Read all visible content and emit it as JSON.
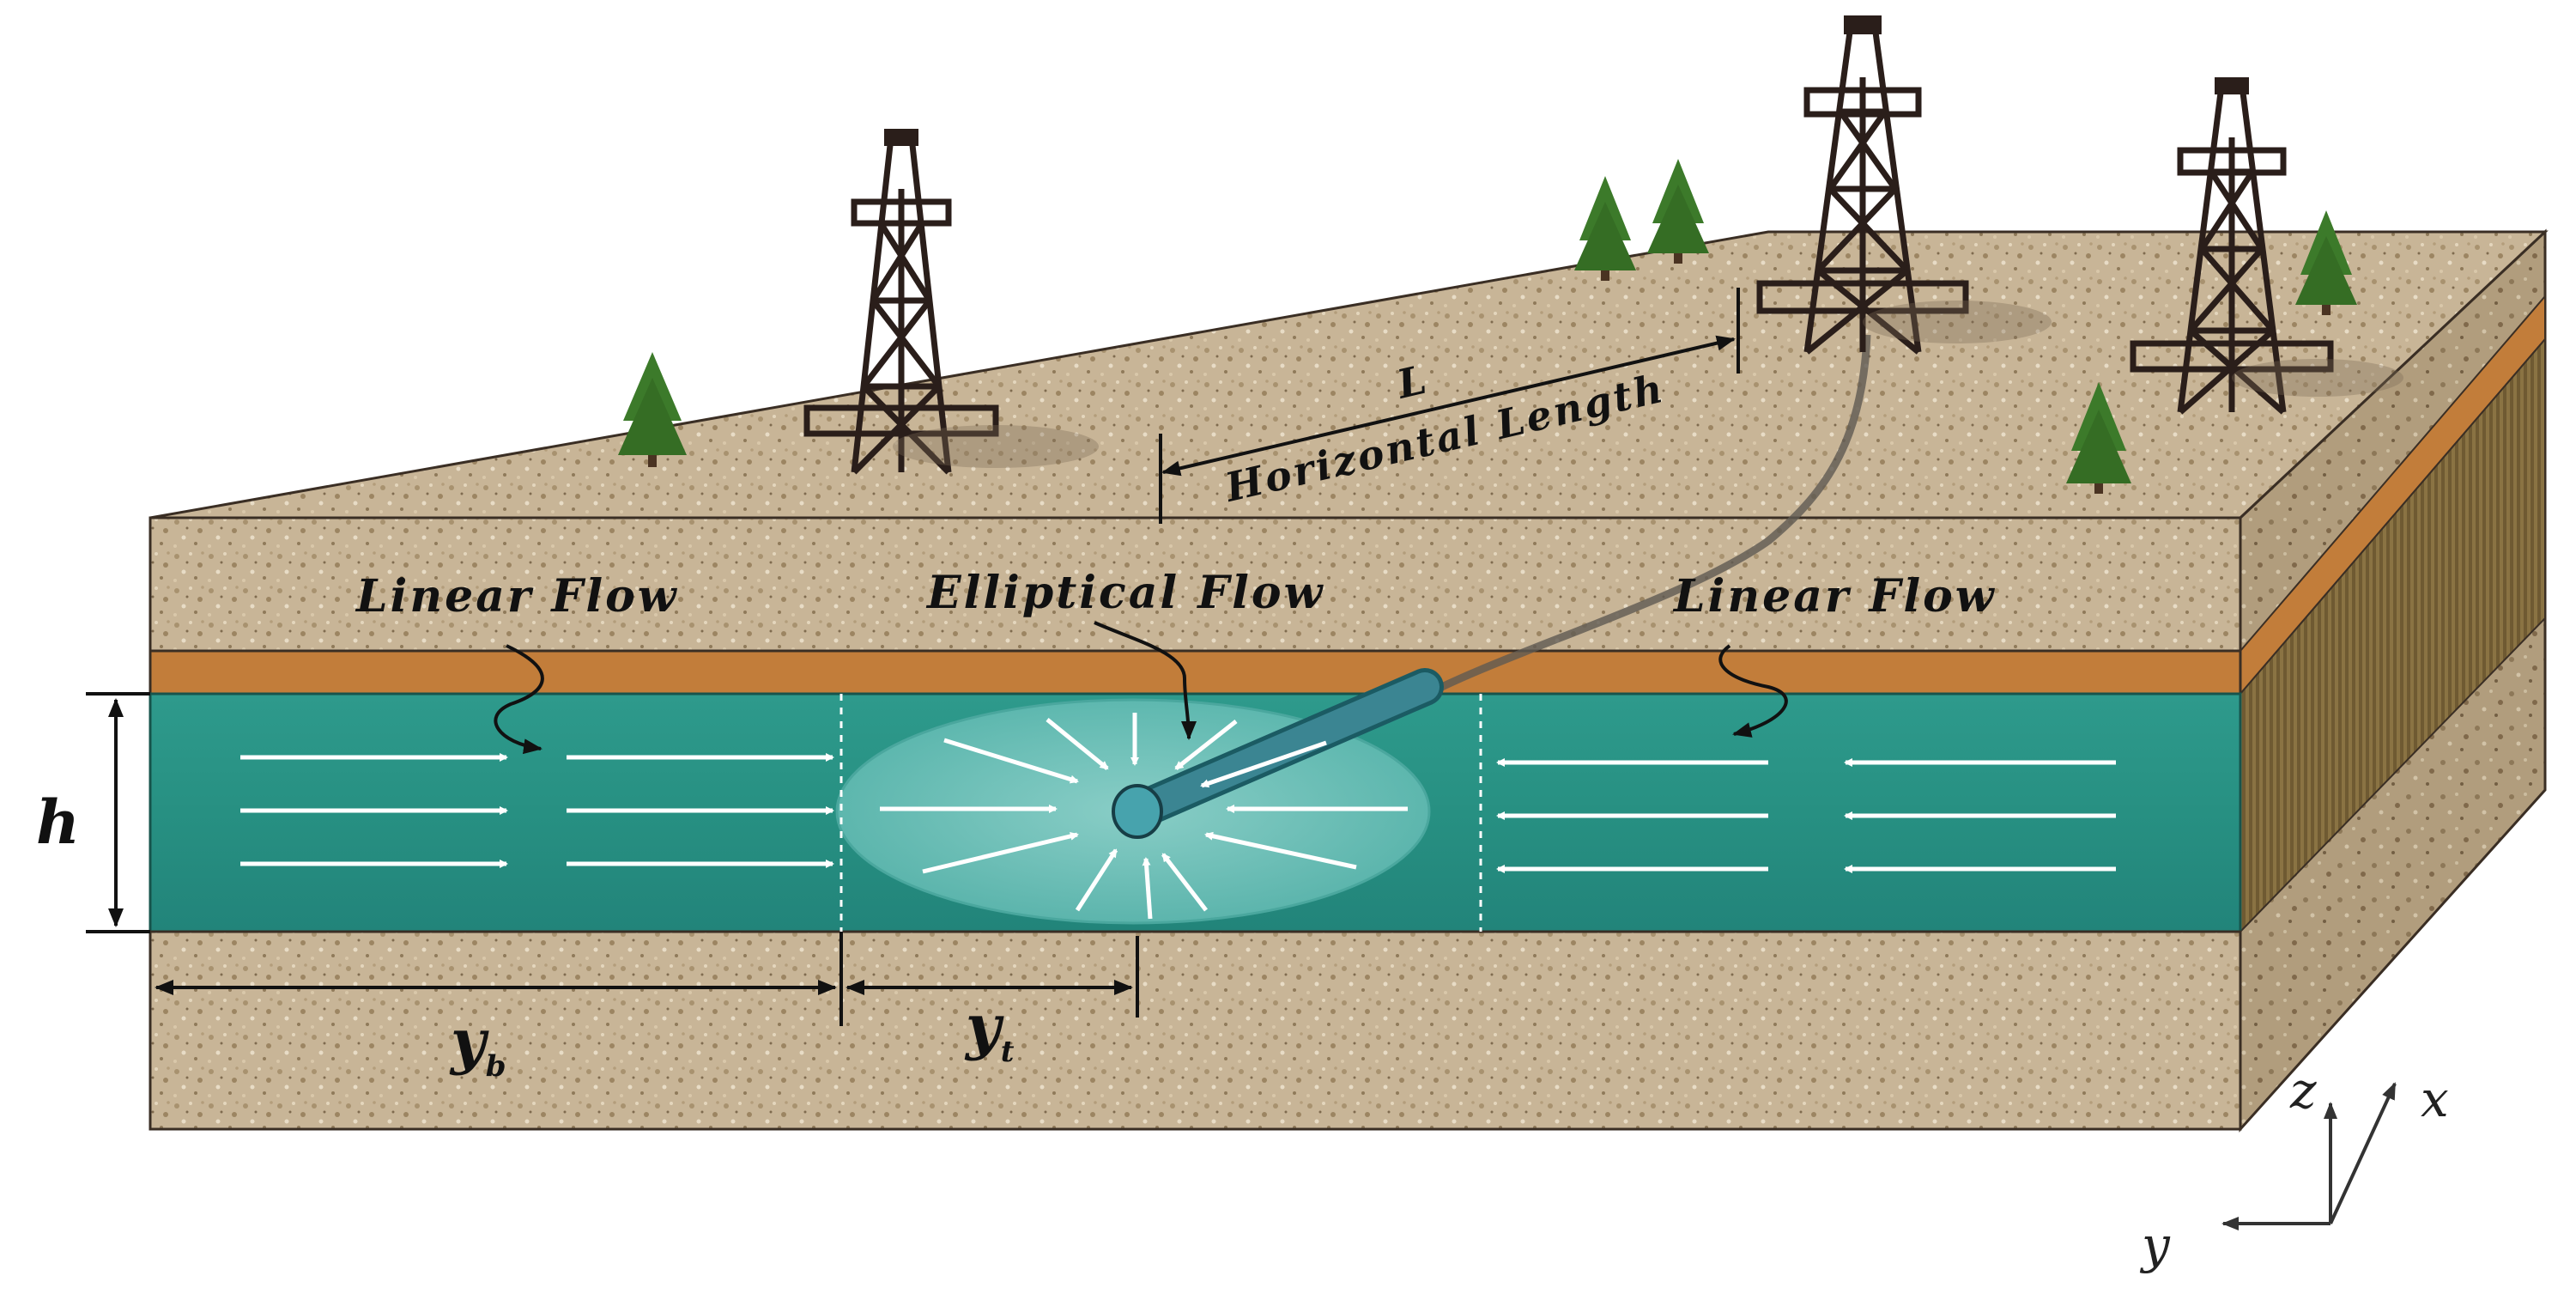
{
  "diagram": {
    "labels": {
      "linear_flow_left": "Linear Flow",
      "elliptical_flow": "Elliptical Flow",
      "linear_flow_right": "Linear Flow",
      "length_symbol": "L",
      "horizontal_length": "Horizontal Length",
      "thickness_symbol": "h",
      "yb_main": "y",
      "yb_sub": "b",
      "yt_main": "y",
      "yt_sub": "t"
    },
    "axes": {
      "z": "z",
      "x": "x",
      "y": "y"
    },
    "colors": {
      "soil": "#c6b394",
      "soil_dark": "#a89372",
      "orange_layer": "#c27d3a",
      "reservoir": "#2a9688",
      "reservoir_dark": "#1d7266",
      "ellipse": "#6fc6bf",
      "tree": "#3c7a2a",
      "derrick": "#2a1e1a"
    },
    "icons": [
      "oil-derrick-icon",
      "pine-tree-icon",
      "wellbore-icon",
      "flow-arrow-icon"
    ]
  }
}
